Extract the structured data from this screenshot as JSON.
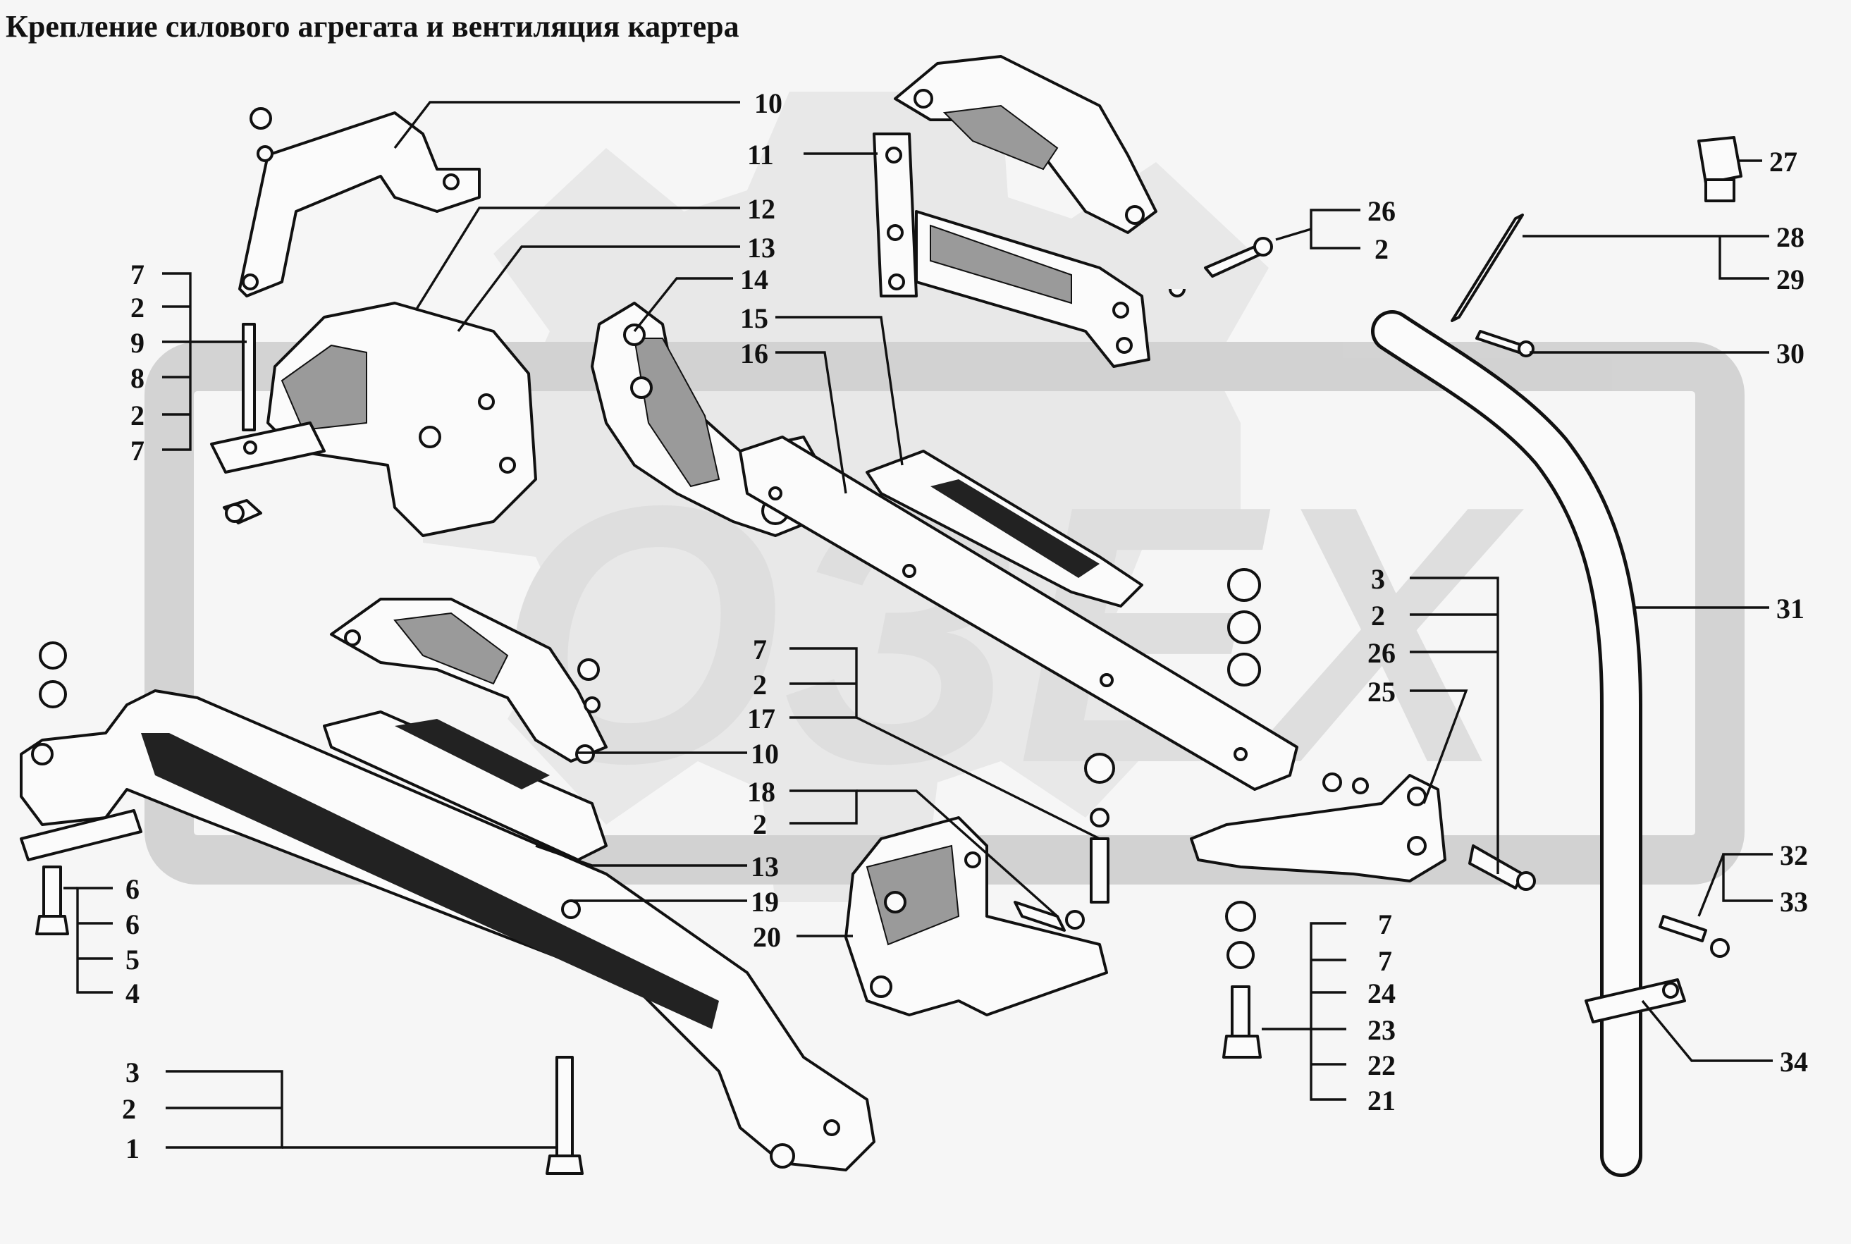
{
  "title": "Крепление силового агрегата и вентиляция картера",
  "watermark": "ОЗЕХ",
  "callouts": [
    {
      "id": "c10a",
      "text": "10"
    },
    {
      "id": "c11",
      "text": "11"
    },
    {
      "id": "c12",
      "text": "12"
    },
    {
      "id": "c13a",
      "text": "13"
    },
    {
      "id": "c14",
      "text": "14"
    },
    {
      "id": "c15",
      "text": "15"
    },
    {
      "id": "c16",
      "text": "16"
    },
    {
      "id": "c7a",
      "text": "7"
    },
    {
      "id": "c2a",
      "text": "2"
    },
    {
      "id": "c9",
      "text": "9"
    },
    {
      "id": "c8",
      "text": "8"
    },
    {
      "id": "c2b",
      "text": "2"
    },
    {
      "id": "c7b",
      "text": "7"
    },
    {
      "id": "c26a",
      "text": "26"
    },
    {
      "id": "c2c",
      "text": "2"
    },
    {
      "id": "c27",
      "text": "27"
    },
    {
      "id": "c28",
      "text": "28"
    },
    {
      "id": "c29",
      "text": "29"
    },
    {
      "id": "c30",
      "text": "30"
    },
    {
      "id": "c31",
      "text": "31"
    },
    {
      "id": "c3a",
      "text": "3"
    },
    {
      "id": "c2d",
      "text": "2"
    },
    {
      "id": "c26b",
      "text": "26"
    },
    {
      "id": "c25",
      "text": "25"
    },
    {
      "id": "c7c",
      "text": "7"
    },
    {
      "id": "c2e",
      "text": "2"
    },
    {
      "id": "c17",
      "text": "17"
    },
    {
      "id": "c10b",
      "text": "10"
    },
    {
      "id": "c18",
      "text": "18"
    },
    {
      "id": "c2f",
      "text": "2"
    },
    {
      "id": "c13b",
      "text": "13"
    },
    {
      "id": "c19",
      "text": "19"
    },
    {
      "id": "c20",
      "text": "20"
    },
    {
      "id": "c6a",
      "text": "6"
    },
    {
      "id": "c6b",
      "text": "6"
    },
    {
      "id": "c5",
      "text": "5"
    },
    {
      "id": "c4",
      "text": "4"
    },
    {
      "id": "c3b",
      "text": "3"
    },
    {
      "id": "c2g",
      "text": "2"
    },
    {
      "id": "c1",
      "text": "1"
    },
    {
      "id": "c7d",
      "text": "7"
    },
    {
      "id": "c7e",
      "text": "7"
    },
    {
      "id": "c24",
      "text": "24"
    },
    {
      "id": "c23",
      "text": "23"
    },
    {
      "id": "c22",
      "text": "22"
    },
    {
      "id": "c21",
      "text": "21"
    },
    {
      "id": "c32",
      "text": "32"
    },
    {
      "id": "c33",
      "text": "33"
    },
    {
      "id": "c34",
      "text": "34"
    }
  ]
}
